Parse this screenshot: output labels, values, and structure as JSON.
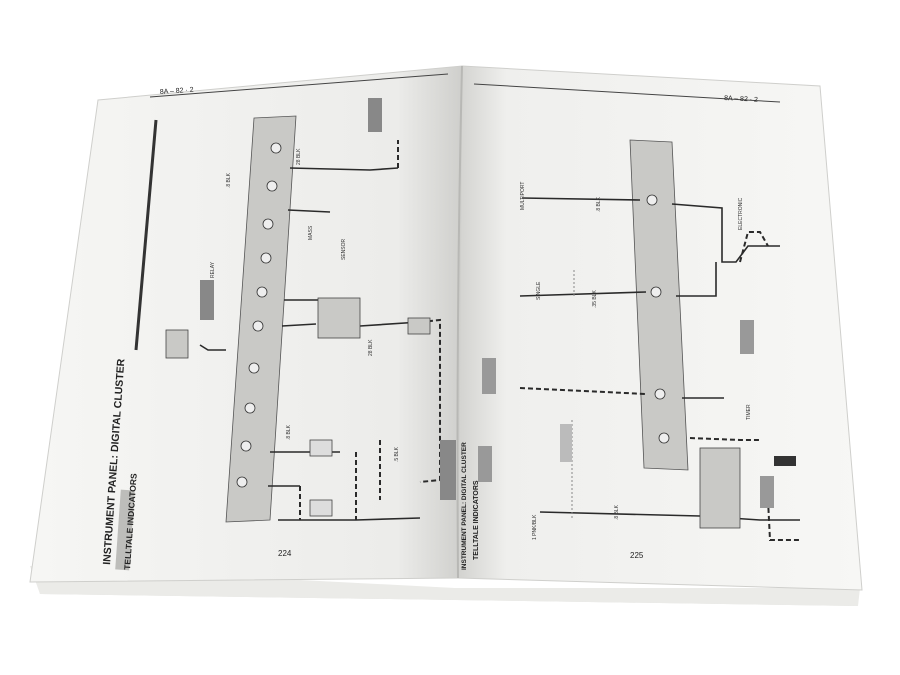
{
  "left_page": {
    "header": "8A – 82 · 2",
    "title": "INSTRUMENT PANEL: DIGITAL CLUSTER",
    "subtitle": "TELLTALE INDICATORS",
    "page_number": "224"
  },
  "right_page": {
    "header": "8A – 82 · 2",
    "sidebar_title": "INSTRUMENT PANEL: DIGITAL CLUSTER",
    "sidebar_subtitle": "TELLTALE INDICATORS",
    "page_number": "225"
  },
  "colors": {
    "paper": "#f4f4f2",
    "panel": "#c9c9c6",
    "ink": "#2a2a2a",
    "shadow": "#d8d8d6"
  }
}
